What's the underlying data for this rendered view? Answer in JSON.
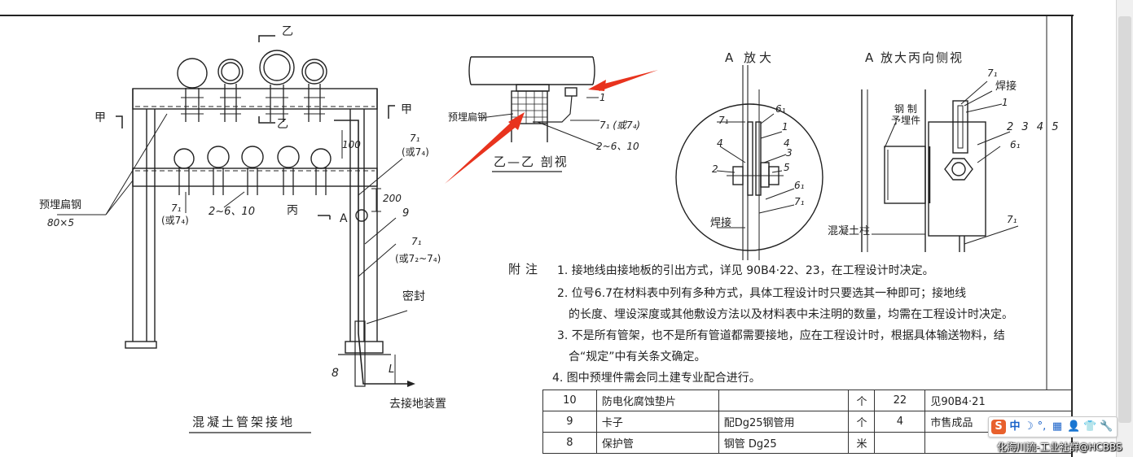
{
  "left_view": {
    "title": "混凝土管架接地",
    "section_top": "乙",
    "section_mid": "乙",
    "jia_left": "甲",
    "jia_right": "甲",
    "bing": "丙",
    "detail_a": "A",
    "flat_steel_label": "预埋扁钢",
    "flat_steel_size": "80×5",
    "t1": "7₁",
    "t1_alt": "(或7₄)",
    "range": "2~6、10",
    "t1_right": "7₁",
    "t1_right_alt": "(或7₄)",
    "dim_100": "100",
    "dim_200": "200",
    "pos9": "9",
    "t1_lower": "7₁",
    "t1_lower_alt": "(或7₂~7₄)",
    "seal": "密封",
    "pos8": "8",
    "dim_l": "L",
    "to_ground": "去接地装置"
  },
  "section_view": {
    "title": "乙—乙 剖视",
    "flat_steel": "预埋扁钢",
    "pos1": "1",
    "t1": "7₁ (或7₄)",
    "range": "2~6、10"
  },
  "detail_a": {
    "title": "A 放大",
    "l_t1": "7₁",
    "l_4": "4",
    "l_2": "2",
    "l_weld": "焊接",
    "r_61": "6₁",
    "r_1": "1",
    "r_3": "3",
    "r_4": "4",
    "r_5": "5",
    "r_61b": "6₁",
    "r_71": "7₁"
  },
  "detail_side": {
    "title": "A 放大丙向侧视",
    "t1_top": "7₁",
    "weld": "焊接",
    "pos1": "1",
    "steel_embed_1": "钢 制",
    "steel_embed_2": "予埋件",
    "nums": "2 3 4 5",
    "p61": "6₁",
    "concrete": "混凝土柱",
    "t1_bottom": "7₁"
  },
  "notes": {
    "title": "附注",
    "items": [
      "1. 接地线由接地板的引出方式，详见 90B4·22、23，在工程设计时决定。",
      "2. 位号6.7在材料表中列有多种方式，具体工程设计时只要选其一种即可；接地线",
      "的长度、埋设深度或其他敷设方法以及材料表中未注明的数量，均需在工程设计时决定。",
      "3. 不是所有管架，也不是所有管道都需要接地，应在工程设计时，根据具体输送物料，结",
      "合“规定”中有关条文确定。",
      "4. 图中预埋件需会同土建专业配合进行。"
    ]
  },
  "material_table": {
    "rows": [
      {
        "no": "10",
        "name": "防电化腐蚀垫片",
        "spec": "",
        "unit": "个",
        "qty": "22",
        "remark": "见90B4·21"
      },
      {
        "no": "9",
        "name": "卡子",
        "spec": "配Dg25钢管用",
        "unit": "个",
        "qty": "4",
        "remark": "市售成品"
      },
      {
        "no": "8",
        "name": "保护管",
        "spec": "钢管 Dg25",
        "unit": "米",
        "qty": "",
        "remark": ""
      }
    ]
  },
  "ime": {
    "logo": "S",
    "mode": "中",
    "moon": "☽",
    "punct": "°,",
    "keyboard": "▦",
    "user": "👤",
    "shirt": "👕",
    "tools": "🔧"
  },
  "watermark": "化海川流-工业社群@HCBBS",
  "colors": {
    "line": "#222222",
    "arrow": "#e8331e",
    "ime_logo": "#e8602c",
    "ime_icon": "#1a62c9"
  },
  "icons": [
    "ime-logo-icon",
    "moon-icon",
    "keyboard-icon",
    "user-icon",
    "shirt-icon",
    "tools-icon"
  ]
}
